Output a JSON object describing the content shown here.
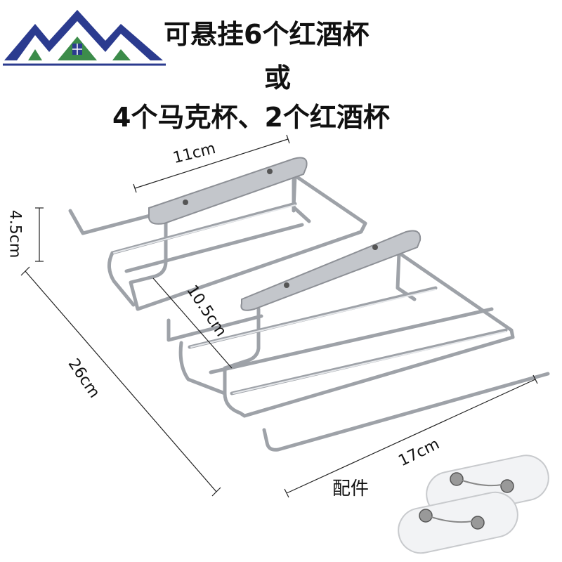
{
  "heading": {
    "line1": "可悬挂6个红酒杯",
    "line2": "或",
    "line3": "4个马克杯、2个红酒杯"
  },
  "dimensions": {
    "top_width": "11cm",
    "height": "4.5cm",
    "inner_depth": "10.5cm",
    "depth": "26cm",
    "width": "17cm"
  },
  "accessories": {
    "label": "配件"
  },
  "colors": {
    "logo_blue": "#2b3b8f",
    "logo_green": "#3c8c4a",
    "chrome": "#b9bcc2"
  }
}
